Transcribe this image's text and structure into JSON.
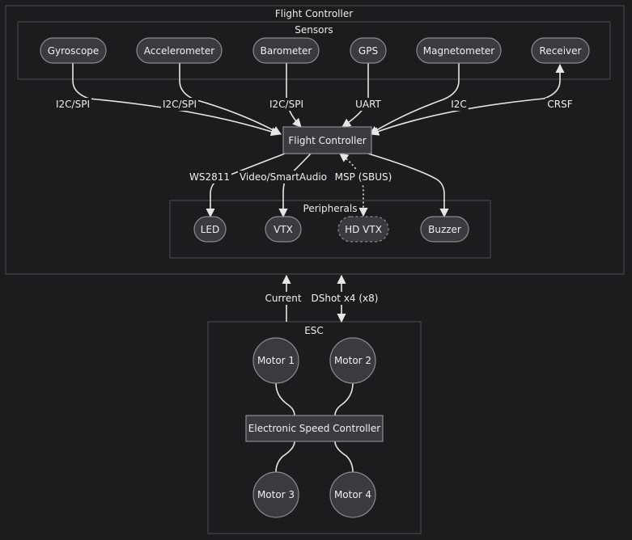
{
  "clusters": {
    "flight_controller": "Flight Controller",
    "sensors": "Sensors",
    "peripherals": "Peripherals",
    "esc": "ESC"
  },
  "nodes": {
    "gyroscope": "Gyroscope",
    "accelerometer": "Accelerometer",
    "barometer": "Barometer",
    "gps": "GPS",
    "magnetometer": "Magnetometer",
    "receiver": "Receiver",
    "flight_controller": "Flight Controller",
    "led": "LED",
    "vtx": "VTX",
    "hd_vtx": "HD VTX",
    "buzzer": "Buzzer",
    "motor1": "Motor 1",
    "motor2": "Motor 2",
    "motor3": "Motor 3",
    "motor4": "Motor 4",
    "esc_controller": "Electronic Speed Controller"
  },
  "edge_labels": {
    "gyroscope": "I2C/SPI",
    "accelerometer": "I2C/SPI",
    "barometer": "I2C/SPI",
    "gps": "UART",
    "magnetometer": "I2C",
    "receiver": "CRSF",
    "led": "WS2811",
    "vtx": "Video/SmartAudio",
    "hd_vtx": "MSP (SBUS)",
    "current": "Current",
    "dshot": "DShot x4 (x8)"
  },
  "colors": {
    "background": "#1c1b1e",
    "node_fill": "#3b3a3f",
    "node_stroke": "#8c8b90",
    "edge": "#e6e6e6",
    "cluster_stroke": "#4e4d52"
  }
}
